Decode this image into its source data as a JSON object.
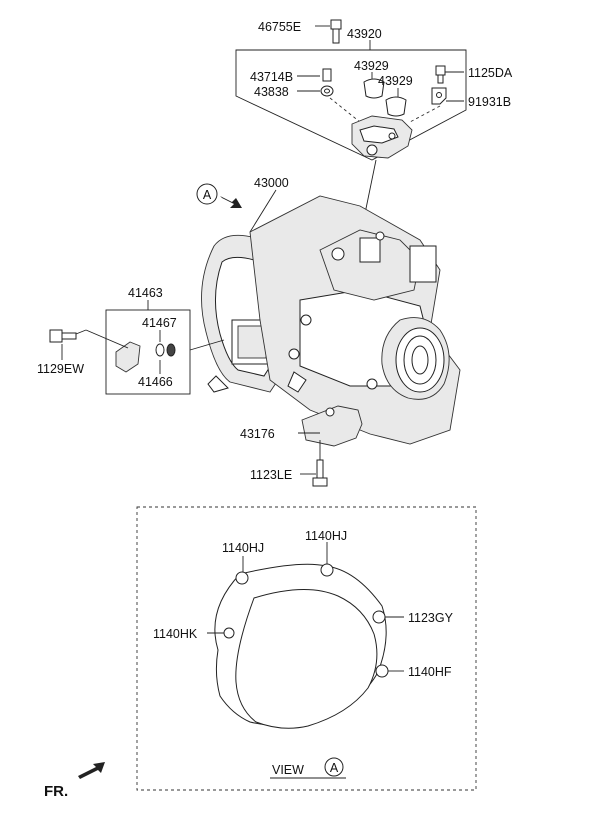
{
  "labels": {
    "p46755E": "46755E",
    "p43920": "43920",
    "p43714B": "43714B",
    "p43838": "43838",
    "p43929a": "43929",
    "p43929b": "43929",
    "p1125DA": "1125DA",
    "p91931B": "91931B",
    "p43000": "43000",
    "p41463": "41463",
    "p41467": "41467",
    "p41466": "41466",
    "p1129EW": "1129EW",
    "p43176": "43176",
    "p1123LE": "1123LE",
    "p1140HJa": "1140HJ",
    "p1140HJb": "1140HJ",
    "p1140HK": "1140HK",
    "p1123GY": "1123GY",
    "p1140HF": "1140HF"
  },
  "view": {
    "text": "VIEW",
    "ref": "A"
  },
  "callout": {
    "ref": "A"
  },
  "front": {
    "text": "FR."
  }
}
